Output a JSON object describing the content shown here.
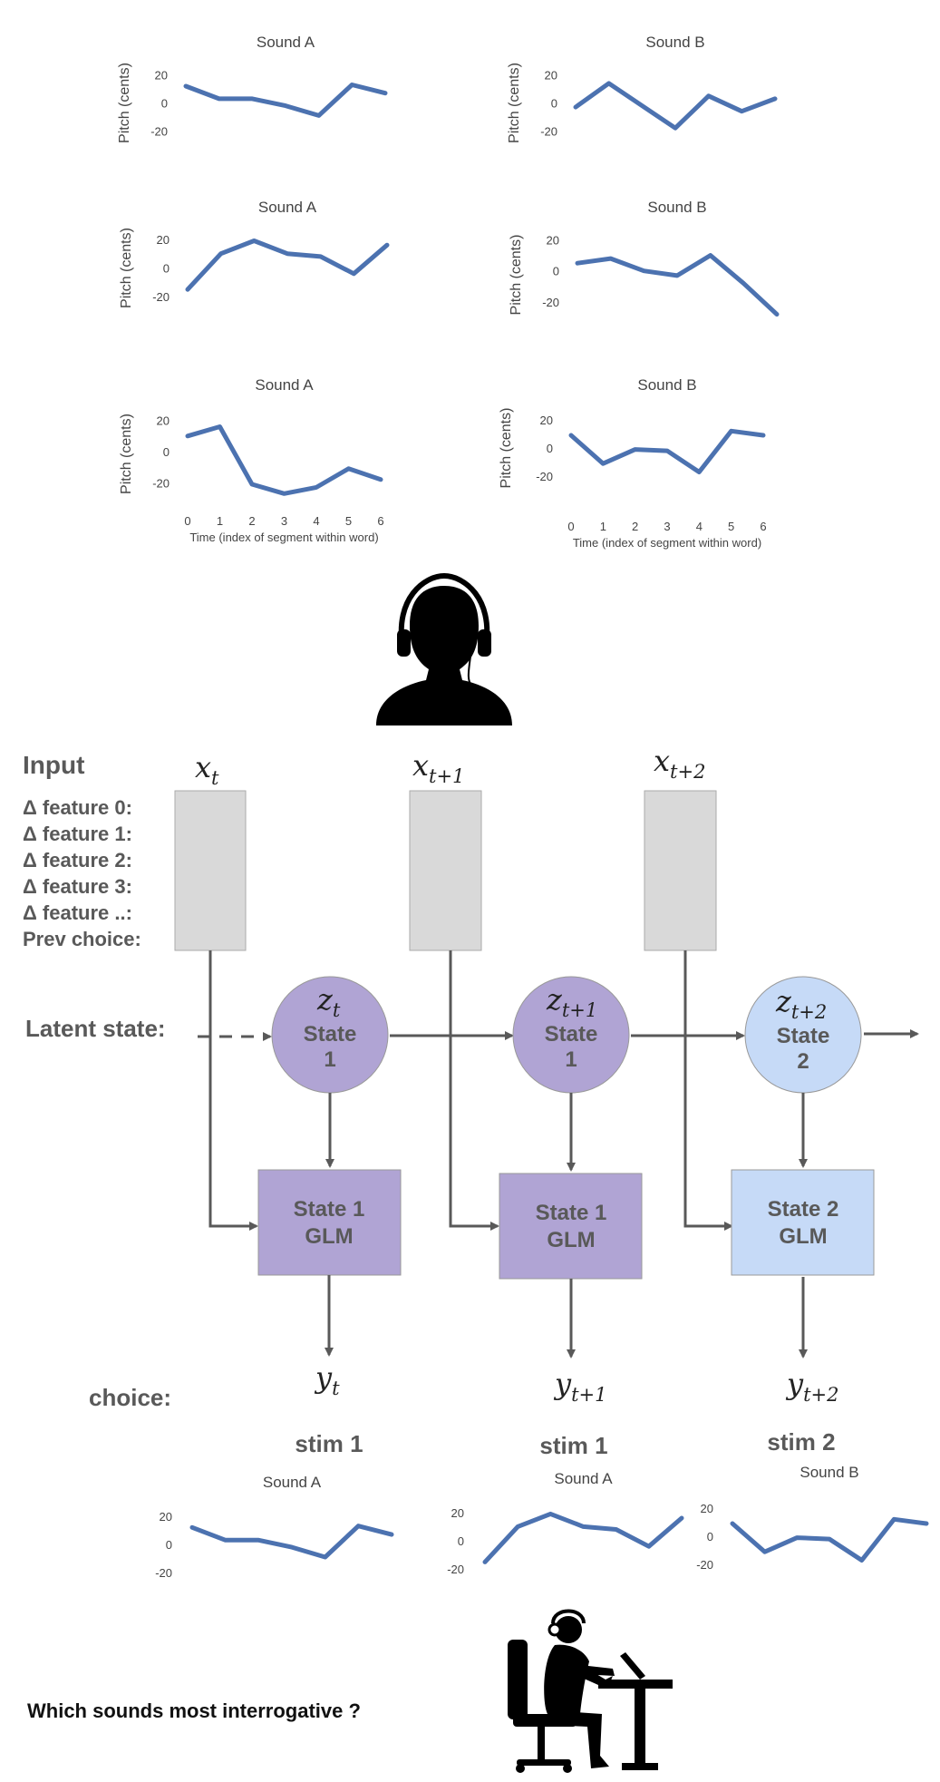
{
  "chart_data": [
    {
      "type": "line",
      "title": "Sound A",
      "x": [
        0,
        1,
        2,
        3,
        4,
        5,
        6
      ],
      "y": [
        12,
        3,
        3,
        -2,
        -9,
        13,
        7
      ],
      "ylabel": "Pitch (cents)",
      "xlabel": "",
      "yticks": [
        20,
        0,
        -20
      ],
      "ylim": [
        -25,
        25
      ],
      "xticks": [],
      "color": "#4c72b0"
    },
    {
      "type": "line",
      "title": "Sound B",
      "x": [
        0,
        1,
        2,
        3,
        4,
        5,
        6
      ],
      "y": [
        -3,
        14,
        -2,
        -18,
        5,
        -6,
        3
      ],
      "ylabel": "Pitch (cents)",
      "xlabel": "",
      "yticks": [
        20,
        0,
        -20
      ],
      "ylim": [
        -25,
        25
      ],
      "xticks": [],
      "color": "#4c72b0"
    },
    {
      "type": "line",
      "title": "Sound A",
      "x": [
        0,
        1,
        2,
        3,
        4,
        5,
        6
      ],
      "y": [
        -15,
        10,
        19,
        10,
        8,
        -4,
        16
      ],
      "ylabel": "Pitch (cents)",
      "xlabel": "",
      "yticks": [
        20,
        0,
        -20
      ],
      "ylim": [
        -25,
        25
      ],
      "xticks": [],
      "color": "#4c72b0"
    },
    {
      "type": "line",
      "title": "Sound B",
      "x": [
        0,
        1,
        2,
        3,
        4,
        5,
        6
      ],
      "y": [
        5,
        8,
        0,
        -3,
        10,
        -8,
        -28
      ],
      "ylabel": "Pitch (cents)",
      "xlabel": "",
      "yticks": [
        20,
        0,
        -20
      ],
      "ylim": [
        -30,
        25
      ],
      "xticks": [],
      "color": "#4c72b0"
    },
    {
      "type": "line",
      "title": "Sound A",
      "x": [
        0,
        1,
        2,
        3,
        4,
        5,
        6
      ],
      "y": [
        10,
        16,
        -21,
        -27,
        -23,
        -11,
        -18
      ],
      "ylabel": "Pitch (cents)",
      "xlabel": "Time (index of segment within word)",
      "yticks": [
        20,
        0,
        -20
      ],
      "ylim": [
        -28,
        25
      ],
      "xticks": [
        0,
        1,
        2,
        3,
        4,
        5,
        6
      ],
      "color": "#4c72b0"
    },
    {
      "type": "line",
      "title": "Sound B",
      "x": [
        0,
        1,
        2,
        3,
        4,
        5,
        6
      ],
      "y": [
        9,
        -11,
        -1,
        -2,
        -17,
        12,
        9
      ],
      "ylabel": "Pitch (cents)",
      "xlabel": "Time (index of segment within word)",
      "yticks": [
        20,
        0,
        -20
      ],
      "ylim": [
        -25,
        25
      ],
      "xticks": [
        0,
        1,
        2,
        3,
        4,
        5,
        6
      ],
      "color": "#4c72b0"
    },
    {
      "type": "line",
      "title": "Sound A",
      "x": [
        0,
        1,
        2,
        3,
        4,
        5,
        6
      ],
      "y": [
        12,
        3,
        3,
        -2,
        -9,
        13,
        7
      ],
      "ylabel": "",
      "xlabel": "",
      "yticks": [
        20,
        0,
        -20
      ],
      "ylim": [
        -25,
        25
      ],
      "xticks": [],
      "color": "#4c72b0"
    },
    {
      "type": "line",
      "title": "Sound A",
      "x": [
        0,
        1,
        2,
        3,
        4,
        5,
        6
      ],
      "y": [
        -15,
        10,
        19,
        10,
        8,
        -4,
        16
      ],
      "ylabel": "",
      "xlabel": "",
      "yticks": [
        20,
        0,
        -20
      ],
      "ylim": [
        -25,
        25
      ],
      "xticks": [],
      "color": "#4c72b0"
    },
    {
      "type": "line",
      "title": "Sound B",
      "x": [
        0,
        1,
        2,
        3,
        4,
        5,
        6
      ],
      "y": [
        9,
        -11,
        -1,
        -2,
        -17,
        12,
        9
      ],
      "ylabel": "",
      "xlabel": "",
      "yticks": [
        20,
        0,
        -20
      ],
      "ylim": [
        -25,
        25
      ],
      "xticks": [],
      "color": "#4c72b0"
    }
  ],
  "diagram": {
    "input_label": "Input",
    "features": [
      "Δ feature 0:",
      "Δ feature 1:",
      "Δ feature 2:",
      "Δ feature 3:",
      "Δ feature ..:",
      "Prev choice:"
    ],
    "latent_label": "Latent state:",
    "choice_label": "choice:",
    "x_labels": [
      {
        "base": "x",
        "sub": "t"
      },
      {
        "base": "x",
        "sub": "t+1"
      },
      {
        "base": "x",
        "sub": "t+2"
      }
    ],
    "z_labels": [
      {
        "base": "z",
        "sub": "t"
      },
      {
        "base": "z",
        "sub": "t+1"
      },
      {
        "base": "z",
        "sub": "t+2"
      }
    ],
    "y_labels": [
      {
        "base": "y",
        "sub": "t"
      },
      {
        "base": "y",
        "sub": "t+1"
      },
      {
        "base": "y",
        "sub": "t+2"
      }
    ],
    "states": [
      {
        "line1": "State",
        "line2": "1",
        "glm1": "State 1",
        "glm2": "GLM",
        "color": "#b0a4d4"
      },
      {
        "line1": "State",
        "line2": "1",
        "glm1": "State 1",
        "glm2": "GLM",
        "color": "#b0a4d4"
      },
      {
        "line1": "State",
        "line2": "2",
        "glm1": "State 2",
        "glm2": "GLM",
        "color": "#c6daf7"
      }
    ],
    "stims": [
      "stim 1",
      "stim 1",
      "stim 2"
    ],
    "question": "Which sounds most interrogative ?",
    "input_box_color": "#d9d9d9",
    "arrow_color": "#595959"
  },
  "icons": {
    "listener": "headphones-person-icon",
    "participant": "person-at-computer-icon"
  }
}
